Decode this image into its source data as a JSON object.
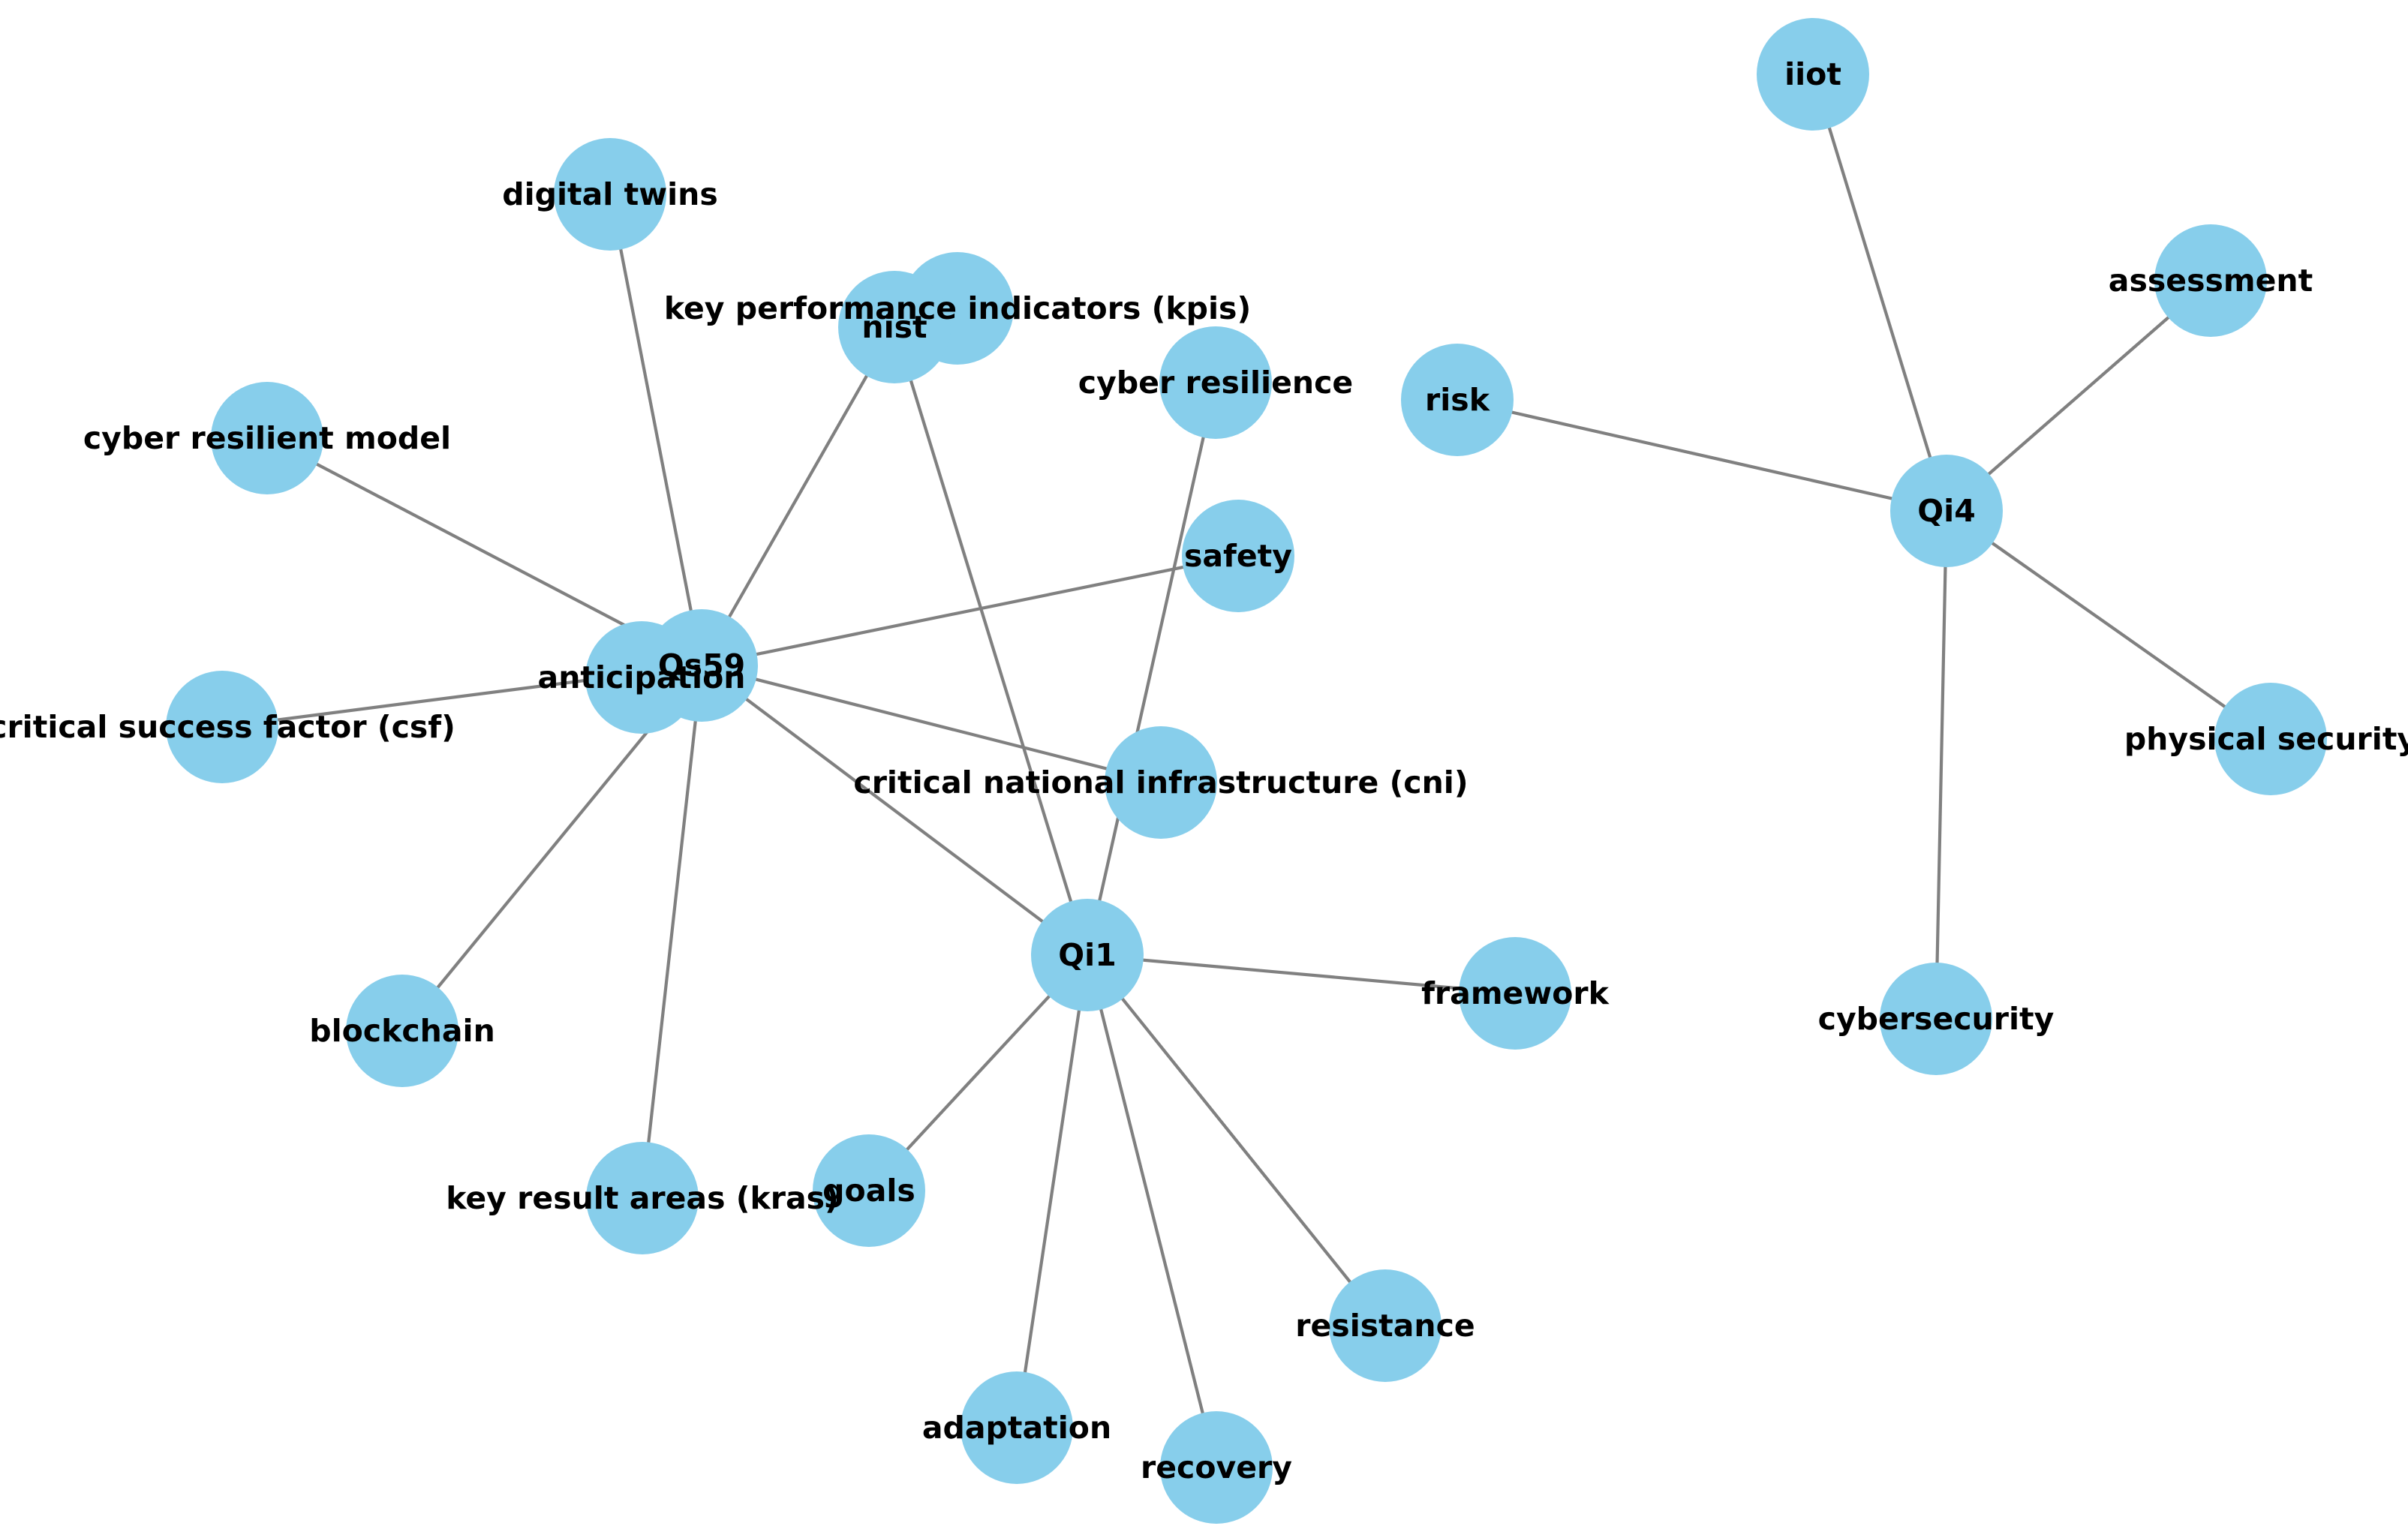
{
  "graph": {
    "node_color": "#87ceeb",
    "edge_color": "#808080",
    "label_color": "#000000",
    "nodes": [
      {
        "id": "iiot",
        "label": "iiot"
      },
      {
        "id": "assessment",
        "label": "assessment"
      },
      {
        "id": "risk",
        "label": "risk"
      },
      {
        "id": "qi4",
        "label": "Qi4"
      },
      {
        "id": "physical-security",
        "label": "physical security"
      },
      {
        "id": "cybersecurity",
        "label": "cybersecurity"
      },
      {
        "id": "digital-twins",
        "label": "digital twins"
      },
      {
        "id": "kpis",
        "label": "key performance indicators (kpis)"
      },
      {
        "id": "nist",
        "label": "nist"
      },
      {
        "id": "cyber-resilience",
        "label": "cyber resilience"
      },
      {
        "id": "cyber-resilient-model",
        "label": "cyber resilient model"
      },
      {
        "id": "safety",
        "label": "safety"
      },
      {
        "id": "qs59",
        "label": "Qs59"
      },
      {
        "id": "anticipation",
        "label": "anticipation"
      },
      {
        "id": "csf",
        "label": "critical success factor (csf)"
      },
      {
        "id": "cni",
        "label": "critical national infrastructure (cni)"
      },
      {
        "id": "qi1",
        "label": "Qi1"
      },
      {
        "id": "framework",
        "label": "framework"
      },
      {
        "id": "blockchain",
        "label": "blockchain"
      },
      {
        "id": "kras",
        "label": "key result areas (kras)"
      },
      {
        "id": "goals",
        "label": "goals"
      },
      {
        "id": "resistance",
        "label": "resistance"
      },
      {
        "id": "adaptation",
        "label": "adaptation"
      },
      {
        "id": "recovery",
        "label": "recovery"
      }
    ],
    "edges": [
      [
        "qi4",
        "iiot"
      ],
      [
        "qi4",
        "assessment"
      ],
      [
        "qi4",
        "risk"
      ],
      [
        "qi4",
        "physical-security"
      ],
      [
        "qi4",
        "cybersecurity"
      ],
      [
        "qs59",
        "digital-twins"
      ],
      [
        "qs59",
        "nist"
      ],
      [
        "qs59",
        "cyber-resilient-model"
      ],
      [
        "qs59",
        "safety"
      ],
      [
        "qs59",
        "csf"
      ],
      [
        "qs59",
        "cni"
      ],
      [
        "qs59",
        "qi1"
      ],
      [
        "qs59",
        "blockchain"
      ],
      [
        "qs59",
        "kras"
      ],
      [
        "qi1",
        "nist"
      ],
      [
        "qi1",
        "cyber-resilience"
      ],
      [
        "qi1",
        "framework"
      ],
      [
        "qi1",
        "goals"
      ],
      [
        "qi1",
        "resistance"
      ],
      [
        "qi1",
        "adaptation"
      ],
      [
        "qi1",
        "recovery"
      ]
    ]
  }
}
